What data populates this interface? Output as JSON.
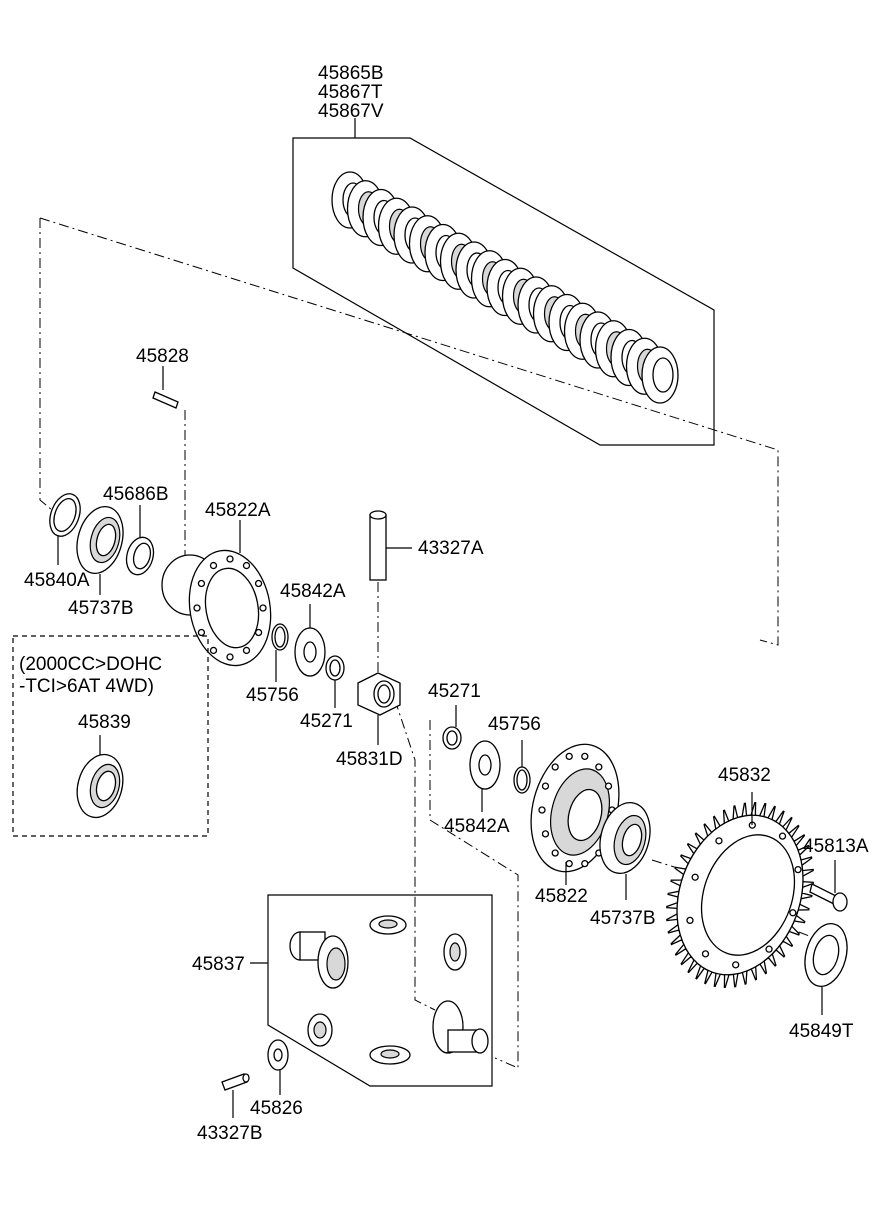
{
  "labels": {
    "p45865B": "45865B",
    "p45867T": "45867T",
    "p45867V": "45867V",
    "p45828": "45828",
    "p45686B": "45686B",
    "p45822A": "45822A",
    "p43327A": "43327A",
    "p45840A": "45840A",
    "p45737B_left": "45737B",
    "p45842A_upper": "45842A",
    "p45756_left": "45756",
    "p45271_left": "45271",
    "p45831D": "45831D",
    "p45271_right": "45271",
    "p45756_right": "45756",
    "p45842A_lower": "45842A",
    "p45832": "45832",
    "p45813A": "45813A",
    "p45822": "45822",
    "p45737B_right": "45737B",
    "p45839": "45839",
    "p45837": "45837",
    "p45849T": "45849T",
    "p45826": "45826",
    "p43327B": "43327B"
  },
  "option_note": {
    "line1": "(2000CC>DOHC",
    "line2": "-TCI>6AT 4WD)"
  }
}
